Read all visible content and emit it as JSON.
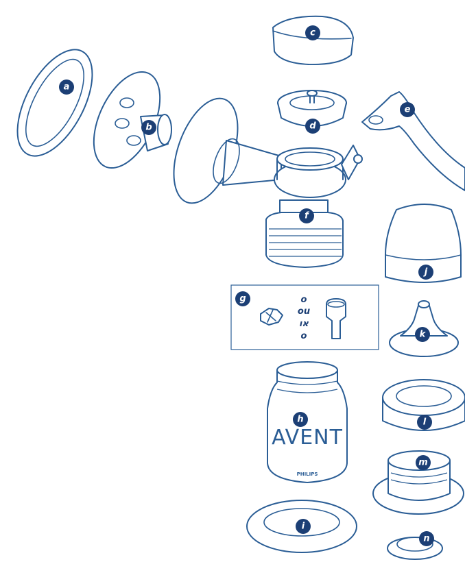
{
  "colors": {
    "line": "#2a5d95",
    "badge": "#1c3f75",
    "background": "#ffffff"
  },
  "labels": {
    "a": "a",
    "b": "b",
    "c": "c",
    "d": "d",
    "e": "e",
    "f": "f",
    "g": "g",
    "h": "h",
    "i": "i",
    "j": "j",
    "k": "k",
    "l": "l",
    "m": "m",
    "n": "n"
  },
  "options": {
    "line1": "o",
    "line2": "ou",
    "line3": "או",
    "line4": "o"
  },
  "bottle": {
    "brand": "AVENT",
    "maker": "PHILIPS"
  }
}
